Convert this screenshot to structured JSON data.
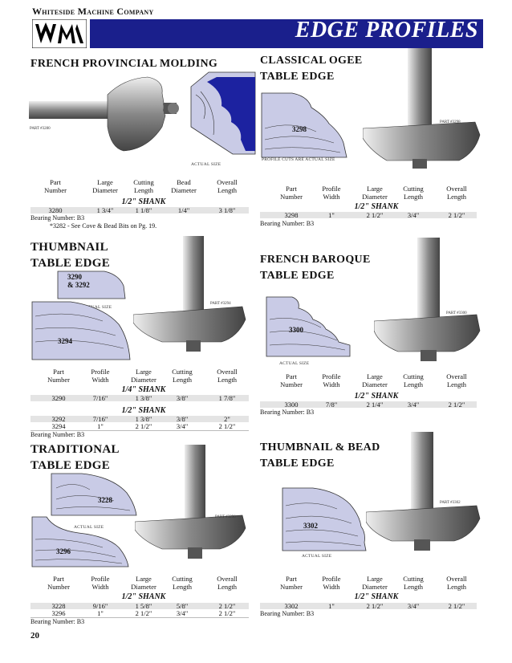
{
  "header": {
    "company": "Whiteside Machine Company",
    "title": "EDGE PROFILES",
    "logo_letters": "WM"
  },
  "page_number": "20",
  "sections": {
    "french_provincial": {
      "title": "FRENCH PROVINCIAL MOLDING",
      "part_label": "PART #3280",
      "actual_size": "ACTUAL SIZE",
      "headers": [
        "Part\nNumber",
        "Large\nDiameter",
        "Cutting\nLength",
        "Bead\nDiameter",
        "Overall\nLength"
      ],
      "groups": [
        {
          "shank": "1/2\" SHANK",
          "rows": [
            [
              "3280",
              "1 3/4\"",
              "1 1/8\"",
              "1/4\"",
              "3 1/8\""
            ]
          ]
        }
      ],
      "bearing": "Bearing Number: B3",
      "note": "*3282 - See Cove & Bead Bits on Pg. 19."
    },
    "classical_ogee": {
      "title_line1": "CLASSICAL OGEE",
      "title_line2": "TABLE EDGE",
      "profile_number": "3298",
      "part_label": "PART #3298",
      "profile_note": "PROFILE CUTS ARE ACTUAL SIZE",
      "headers": [
        "Part\nNumber",
        "Profile\nWidth",
        "Large\nDiameter",
        "Cutting\nLength",
        "Overall\nLength"
      ],
      "groups": [
        {
          "shank": "1/2\" SHANK",
          "rows": [
            [
              "3298",
              "1\"",
              "2 1/2\"",
              "3/4\"",
              "2 1/2\""
            ]
          ]
        }
      ],
      "bearing": "Bearing Number: B3"
    },
    "thumbnail": {
      "title_line1": "THUMBNAIL",
      "title_line2": "TABLE  EDGE",
      "profile_small": "3290\n& 3292",
      "profile_large": "3294",
      "actual_size": "ACTUAL SIZE",
      "part_label": "PART #3294",
      "headers": [
        "Part\nNumber",
        "Profile\nWidth",
        "Large\nDiameter",
        "Cutting\nLength",
        "Overall\nLength"
      ],
      "groups": [
        {
          "shank": "1/4\" SHANK",
          "rows": [
            [
              "3290",
              "7/16\"",
              "1 3/8\"",
              "3/8\"",
              "1 7/8\""
            ]
          ]
        },
        {
          "shank": "1/2\" SHANK",
          "rows": [
            [
              "3292",
              "7/16\"",
              "1 3/8\"",
              "3/8\"",
              "2\""
            ],
            [
              "3294",
              "1\"",
              "2 1/2\"",
              "3/4\"",
              "2 1/2\""
            ]
          ]
        }
      ],
      "bearing": "Bearing Number: B3"
    },
    "french_baroque": {
      "title_line1": "FRENCH BAROQUE",
      "title_line2": "TABLE EDGE",
      "profile_number": "3300",
      "actual_size": "ACTUAL SIZE",
      "part_label": "PART #3300",
      "headers": [
        "Part\nNumber",
        "Profile\nWidth",
        "Large\nDiameter",
        "Cutting\nLength",
        "Overall\nLength"
      ],
      "groups": [
        {
          "shank": "1/2\" SHANK",
          "rows": [
            [
              "3300",
              "7/8\"",
              "2 1/4\"",
              "3/4\"",
              "2 1/2\""
            ]
          ]
        }
      ],
      "bearing": "Bearing Number: B3"
    },
    "traditional": {
      "title_line1": "TRADITIONAL",
      "title_line2": "TABLE EDGE",
      "profile_top": "3228",
      "profile_bottom": "3296",
      "actual_size": "ACTUAL SIZE",
      "part_label": "PART #3296",
      "headers": [
        "Part\nNumber",
        "Profile\nWidth",
        "Large\nDiameter",
        "Cutting\nLength",
        "Overall\nLength"
      ],
      "groups": [
        {
          "shank": "1/2\" SHANK",
          "rows": [
            [
              "3228",
              "9/16\"",
              "1 5/8\"",
              "5/8\"",
              "2 1/2\""
            ],
            [
              "3296",
              "1\"",
              "2 1/2\"",
              "3/4\"",
              "2 1/2\""
            ]
          ]
        }
      ],
      "bearing": "Bearing Number: B3"
    },
    "thumbnail_bead": {
      "title_line1": "THUMBNAIL & BEAD",
      "title_line2": "TABLE EDGE",
      "profile_number": "3302",
      "actual_size": "ACTUAL SIZE",
      "part_label": "PART #3302",
      "headers": [
        "Part\nNumber",
        "Profile\nWidth",
        "Large\nDiameter",
        "Cutting\nLength",
        "Overall\nLength"
      ],
      "groups": [
        {
          "shank": "1/2\" SHANK",
          "rows": [
            [
              "3302",
              "1\"",
              "2 1/2\"",
              "3/4\"",
              "2 1/2\""
            ]
          ]
        }
      ],
      "bearing": "Bearing Number: B3"
    }
  }
}
